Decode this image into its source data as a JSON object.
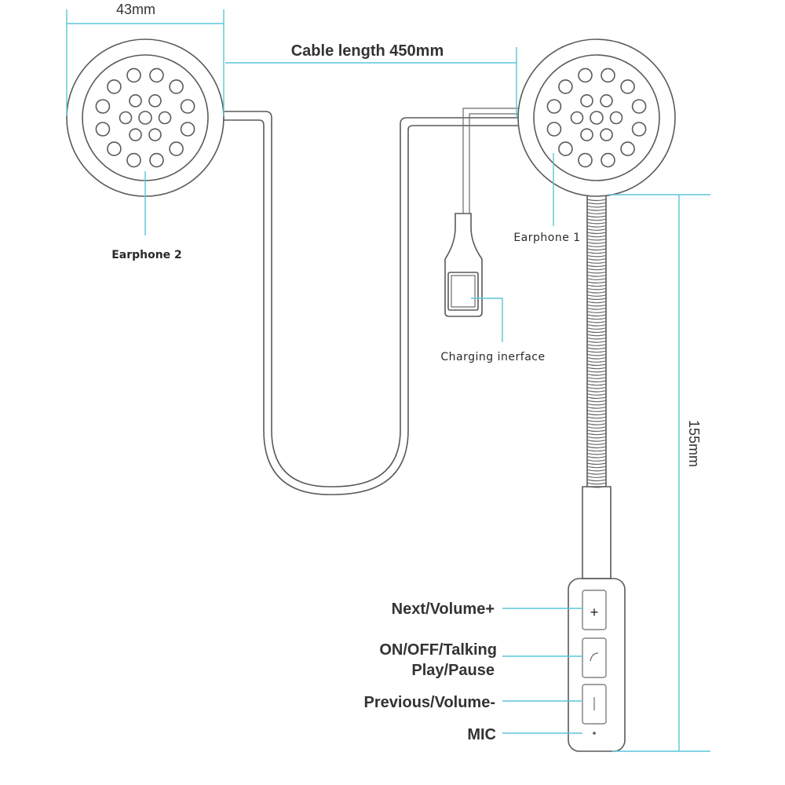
{
  "dimensions": {
    "earphone_width": "43mm",
    "cable_length": "Cable length 450mm",
    "mic_length": "155mm"
  },
  "labels": {
    "earphone_2": "Earphone 2",
    "earphone_1": "Earphone 1",
    "charging": "Charging inerface"
  },
  "controls": {
    "next_volume_up": "Next/Volume+",
    "on_off_line1": "ON/OFF/Talking",
    "on_off_line2": "Play/Pause",
    "previous_volume_down": "Previous/Volume-",
    "mic": "MIC"
  },
  "colors": {
    "dimension_line": "#5cc6d8",
    "drawing_line": "#5a5a5a"
  }
}
